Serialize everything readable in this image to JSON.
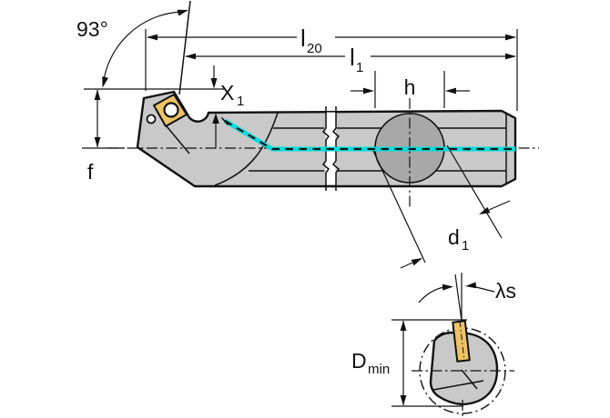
{
  "figure": {
    "type": "technical-drawing",
    "subject": "boring bar with indexable insert, side view and end view with dimension callouts"
  },
  "labels": {
    "angle": "93°",
    "l20": {
      "base": "l",
      "sub": "20"
    },
    "l1": {
      "base": "l",
      "sub": "1"
    },
    "x1": {
      "base": "X",
      "sub": "1"
    },
    "f": "f",
    "h": "h",
    "d1": {
      "base": "d",
      "sub": "1"
    },
    "lambda_s": "λs",
    "dmin": {
      "base": "D",
      "sub": "min"
    }
  },
  "colors": {
    "body_gray": "#c9c9c9",
    "section_gray": "#a8a8a8",
    "insert_gold": "#eec363",
    "coolant_cyan": "#00dede",
    "line_black": "#111111"
  }
}
